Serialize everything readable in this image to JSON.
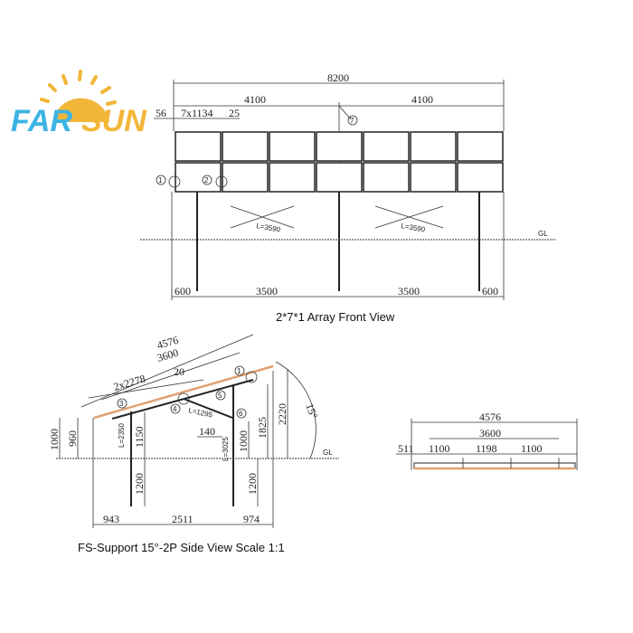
{
  "logo": {
    "text_a": "FAR",
    "text_b": "SUN",
    "color_a": "#3db3e3",
    "color_b": "#f2b638"
  },
  "front_view": {
    "caption": "2*7*1  Array  Front View",
    "dims": {
      "total": "8200",
      "half_left": "4100",
      "half_right": "4100",
      "edge": "56",
      "modules": "7x1134",
      "gap": "25",
      "bottom": [
        "600",
        "3500",
        "3500",
        "600"
      ]
    },
    "brace_left": "L=3590",
    "brace_right": "L=3590",
    "ground": "GL",
    "markers": [
      "1",
      "2",
      "7"
    ]
  },
  "side_view": {
    "caption": "FS-Support 15°-2P    Side View    Scale   1:1",
    "dims": {
      "slope_total": "4576",
      "slope_inner": "3600",
      "modules": "2x2278",
      "offset": "20",
      "h_front_outer": "1000",
      "h_front_inner": "960",
      "front_above": "1150",
      "front_below": "1200",
      "rear_above": "1000",
      "rear_mid": "1825",
      "rear_total": "2220",
      "rear_below": "1200",
      "brace_off": "140",
      "angle": "15°",
      "bottom": [
        "943",
        "2511",
        "974"
      ]
    },
    "lengths": {
      "front_post": "L=2350",
      "rear_post": "L=3025",
      "brace": "L=1295"
    },
    "ground": "GL",
    "markers": [
      "1",
      "3",
      "4",
      "5",
      "6"
    ]
  },
  "top_view": {
    "dims": {
      "total": "4576",
      "inner": "3600",
      "segments": [
        "511",
        "1100",
        "1198",
        "1100"
      ]
    }
  }
}
